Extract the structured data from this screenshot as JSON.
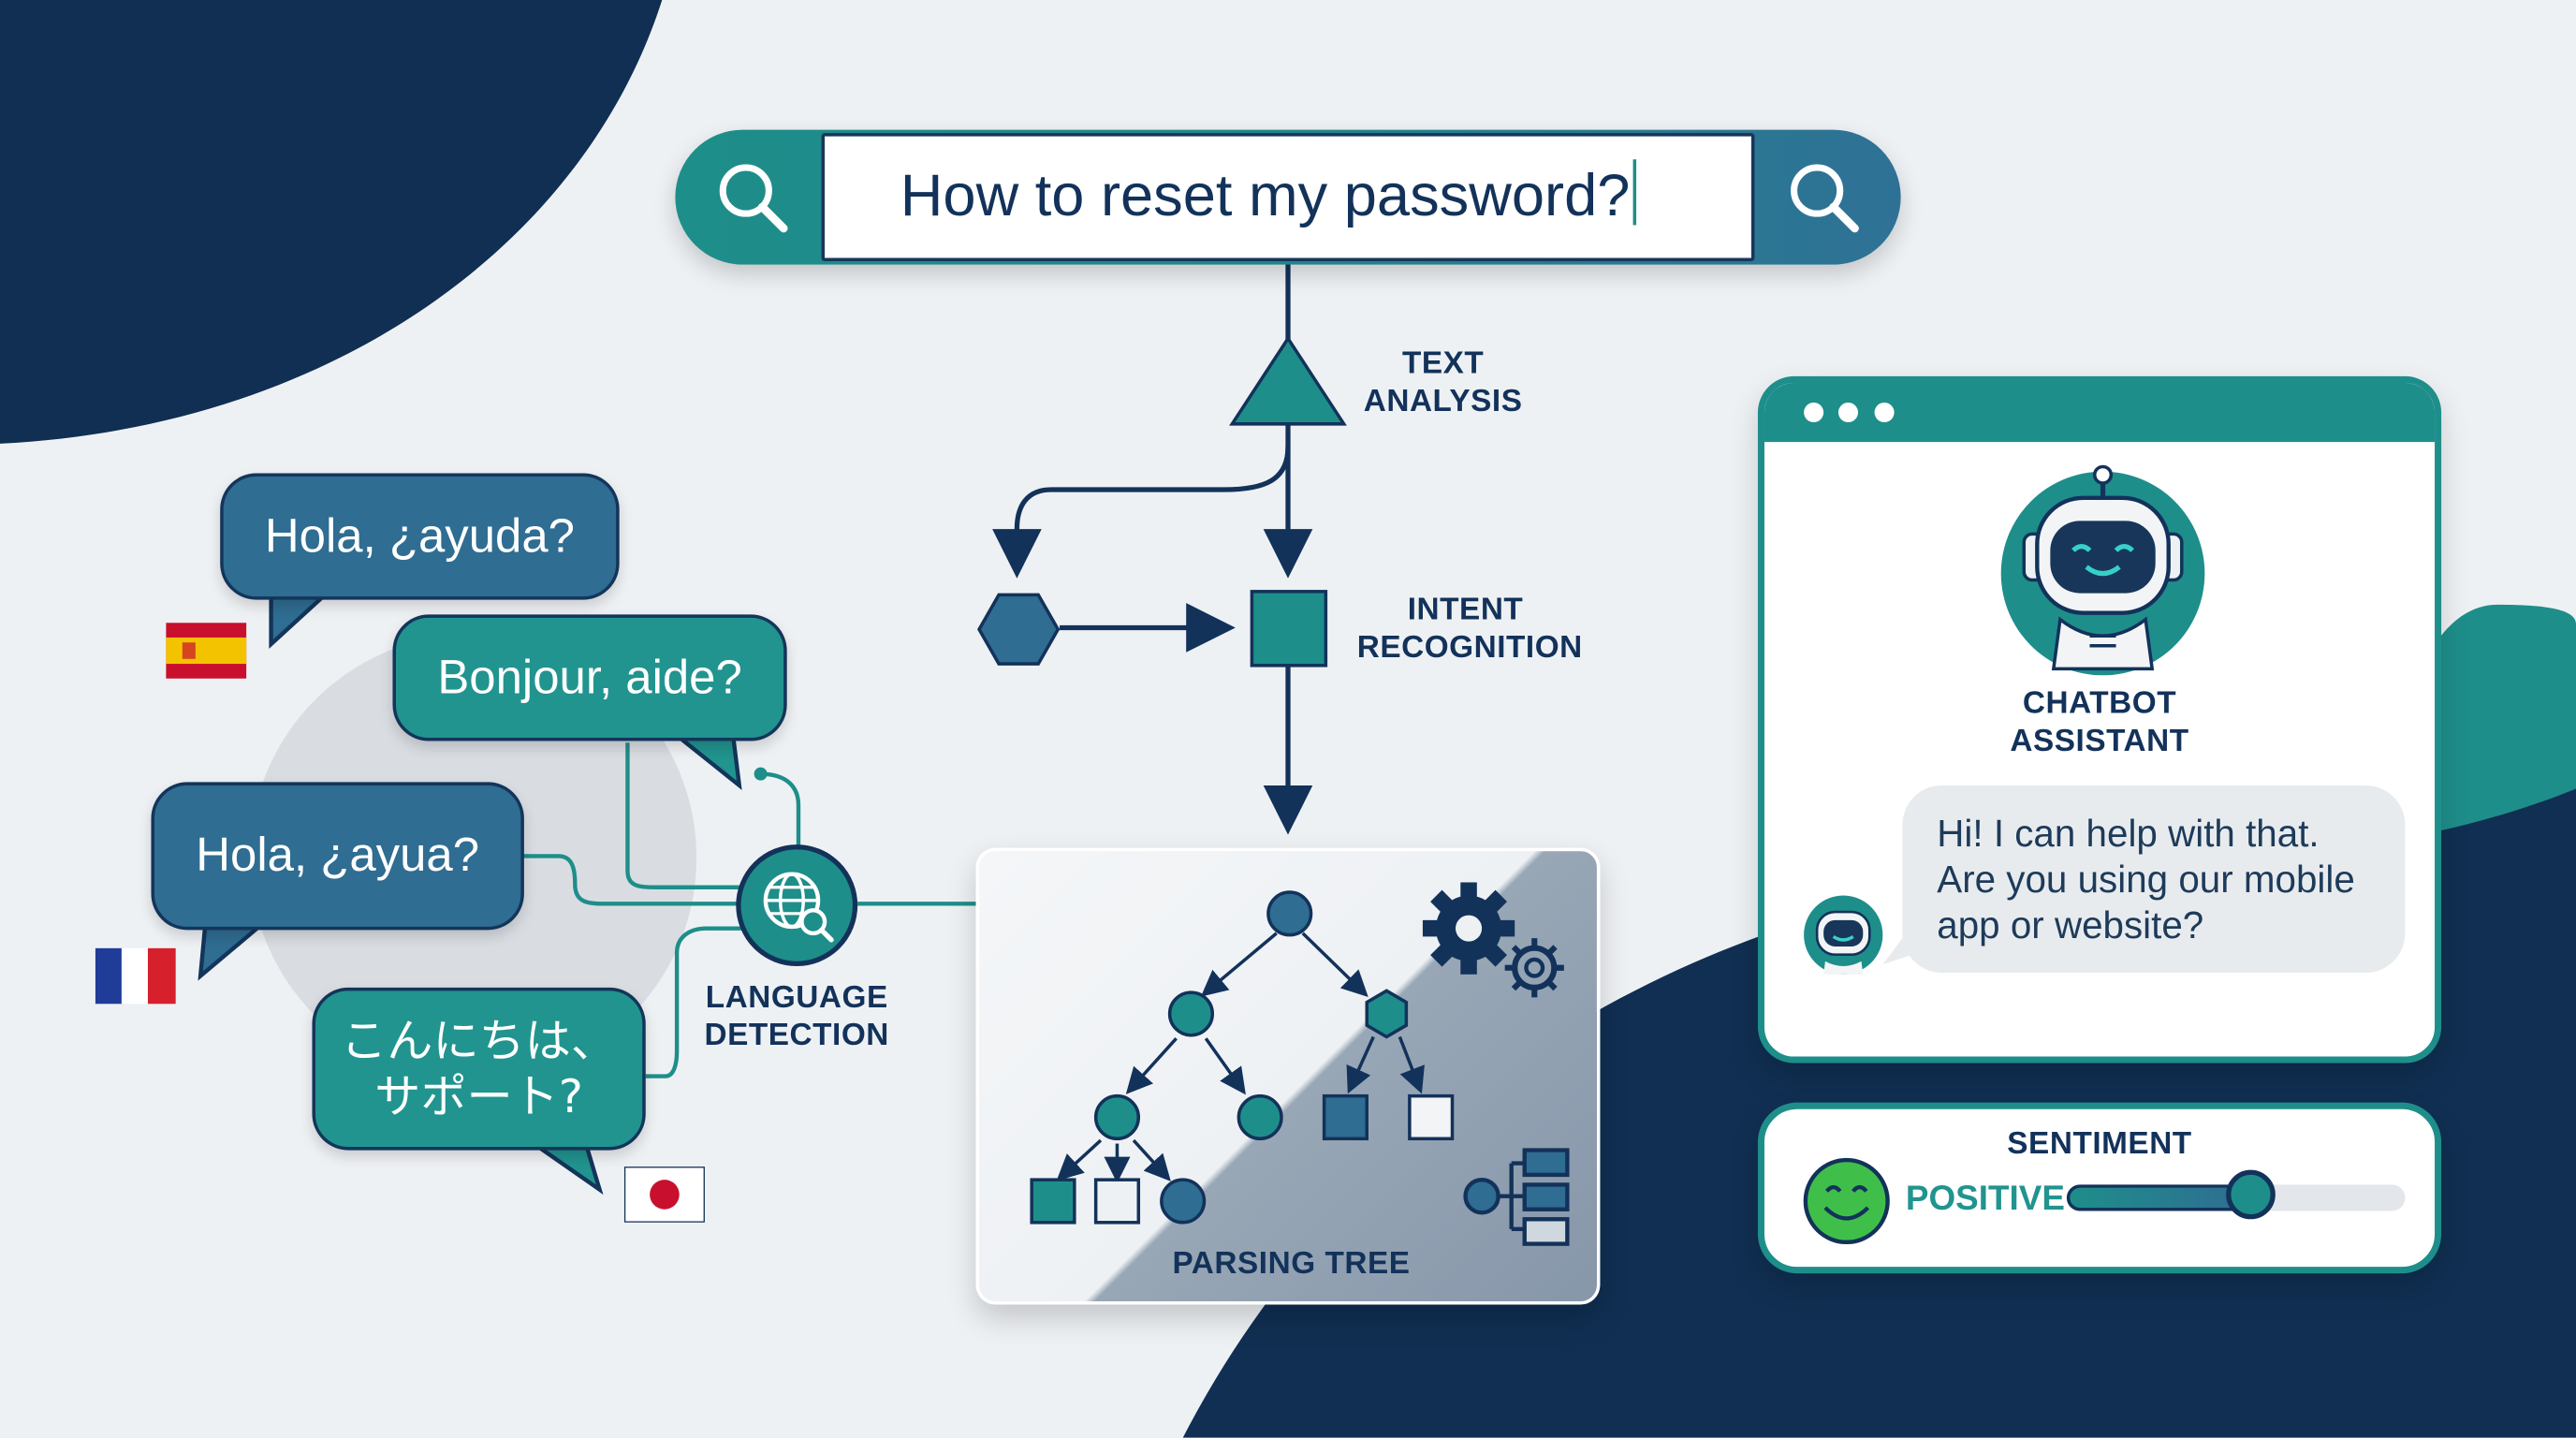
{
  "search": {
    "query": "How to reset my password?",
    "left_icon": "search-icon",
    "right_icon": "search-icon"
  },
  "flow": {
    "text_analysis": [
      "TEXT",
      "ANALYSIS"
    ],
    "intent_recognition": [
      "INTENT",
      "RECOGNITION"
    ],
    "language_detection": [
      "LANGUAGE",
      "DETECTION"
    ],
    "parsing_tree": "PARSING TREE"
  },
  "bubbles": [
    {
      "text": "Hola, ¿ayuda?"
    },
    {
      "text": "Bonjour, aide?"
    },
    {
      "text": "Hola, ¿ayua?"
    },
    {
      "lines": [
        "こんにちは、",
        "サポート?"
      ]
    }
  ],
  "flags": [
    "spain-flag",
    "france-flag",
    "japan-flag"
  ],
  "chatbot": {
    "title": [
      "CHATBOT",
      "ASSISTANT"
    ],
    "message_lines": [
      "Hi! I can help with that.",
      "Are you using our mobile",
      "app or website?"
    ]
  },
  "sentiment": {
    "title": "SENTIMENT",
    "value_label": "POSITIVE",
    "level": 0.8
  },
  "colors": {
    "navy": "#13325a",
    "teal": "#1e8e8a",
    "blue": "#2f6d92",
    "background": "#eef1f4",
    "positive_green": "#3fbf4a"
  }
}
